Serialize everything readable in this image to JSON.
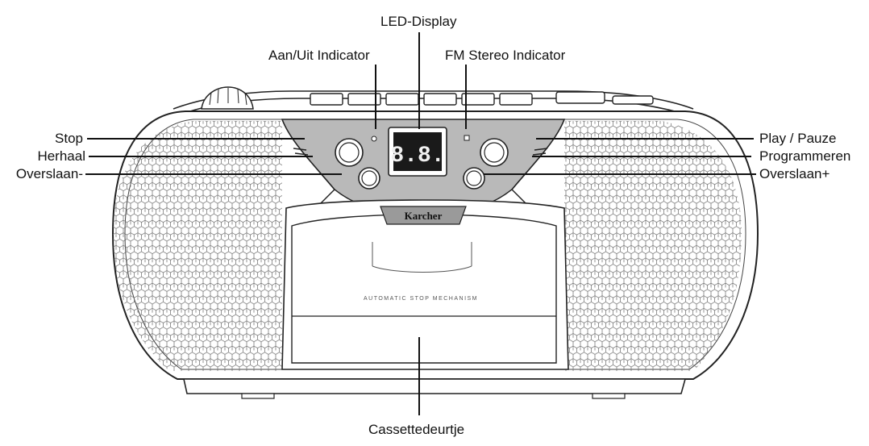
{
  "labels": {
    "led_display": "LED-Display",
    "power_indicator": "Aan/Uit Indicator",
    "fm_stereo_indicator": "FM Stereo Indicator",
    "stop": "Stop",
    "repeat": "Herhaal",
    "skip_back": "Overslaan-",
    "play_pause": "Play / Pauze",
    "program": "Programmeren",
    "skip_forward": "Overslaan+",
    "cassette_door": "Cassettedeurtje"
  },
  "device": {
    "brand": "Karcher",
    "display_readout": "8.8.",
    "cassette_text": "AUTOMATIC STOP MECHANISM"
  },
  "colors": {
    "line": "#111111",
    "panel": "#b9b9b9",
    "display": "#1a1a1a",
    "display_digits": "#f0f0f0",
    "grille_stroke": "#6a6a6a"
  }
}
